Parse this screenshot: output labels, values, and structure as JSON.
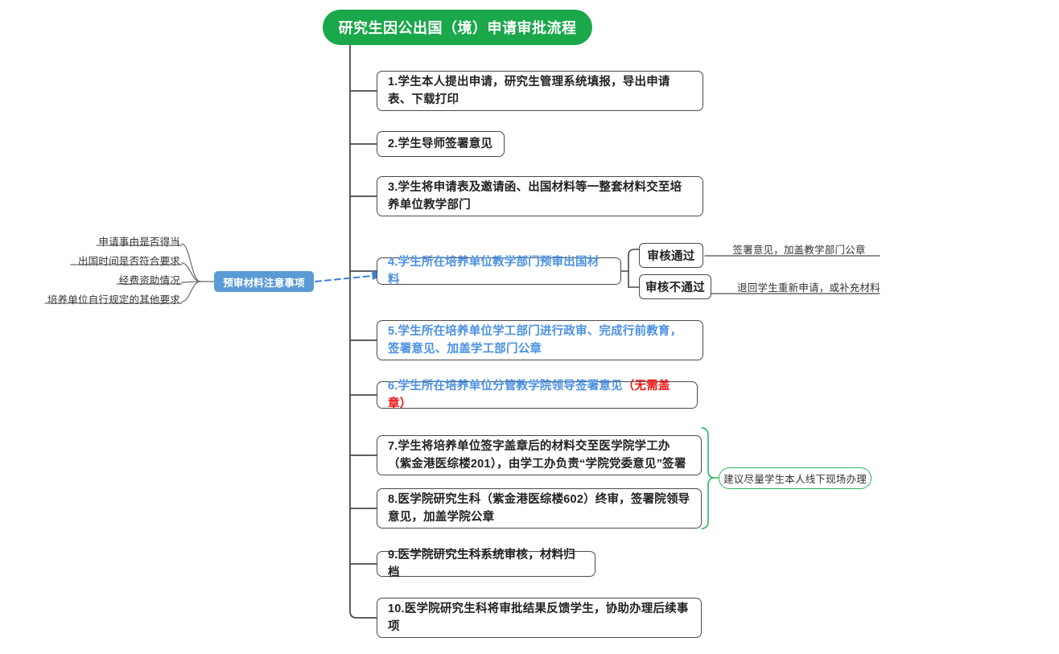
{
  "root": {
    "title": "研究生因公出国（境）申请审批流程",
    "color": "#1aa84a"
  },
  "steps": [
    {
      "text": "1.学生本人提出申请，研究生管理系统填报，导出申请表、下载打印",
      "color": "#222222"
    },
    {
      "text": "2.学生导师签署意见",
      "color": "#222222"
    },
    {
      "text": "3.学生将申请表及邀请函、出国材料等一整套材料交至培养单位教学部门",
      "color": "#222222"
    },
    {
      "text": "4.学生所在培养单位教学部门预审出国材料",
      "color": "#4a90e2"
    },
    {
      "text": "5.学生所在培养单位学工部门进行政审、完成行前教育，签署意见、加盖学工部门公章",
      "color": "#4a90e2"
    },
    {
      "text": "6.学生所在培养单位分管教学院领导签署意见",
      "suffix": "（无需盖章）",
      "color": "#4a90e2",
      "suffix_color": "#ee1111"
    },
    {
      "text": "7.学生将培养单位签字盖章后的材料交至医学院学工办（紫金港医综楼201），由学工办负责“学院党委意见”签署",
      "color": "#222222"
    },
    {
      "text": "8.医学院研究生科（紫金港医综楼602）终审，签署院领导意见，加盖学院公章",
      "color": "#222222"
    },
    {
      "text": "9.医学院研究生科系统审核，材料归档",
      "color": "#222222"
    },
    {
      "text": "10.医学院研究生科将审批结果反馈学生，协助办理后续事项",
      "color": "#222222"
    }
  ],
  "decisions": [
    {
      "label": "审核通过",
      "outcome": "签署意见，加盖教学部门公章"
    },
    {
      "label": "审核不通过",
      "outcome": "退回学生重新申请，或补充材料"
    }
  ],
  "annotation": {
    "title": "预审材料注意事项",
    "color": "#5b9bd5",
    "items": [
      "申请事由是否得当",
      "出国时间是否符合要求",
      "经费资助情况",
      "培养单位自行规定的其他要求"
    ]
  },
  "note": {
    "text": "建议尽量学生本人线下现场办理",
    "color": "#2bb45e"
  }
}
